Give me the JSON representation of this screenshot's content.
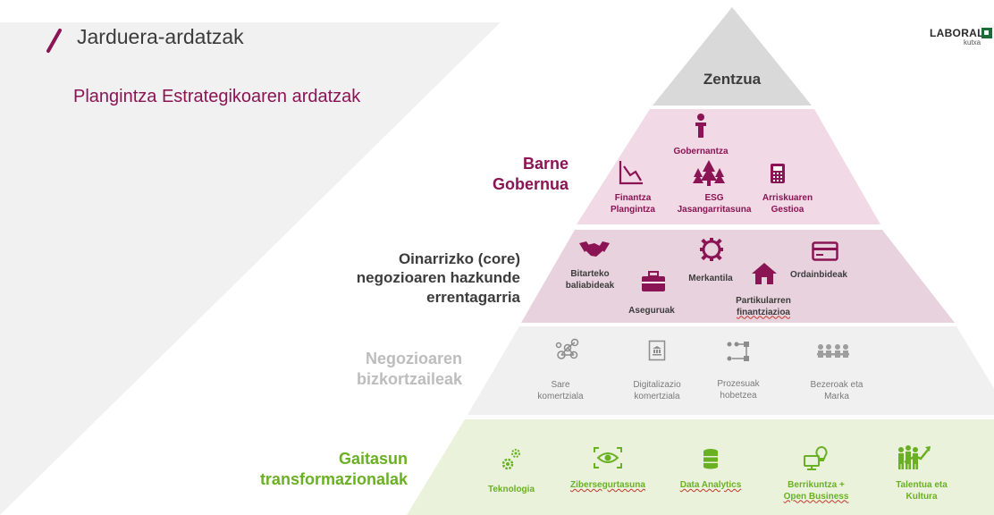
{
  "header": {
    "title": "Jarduera-ardatzak",
    "subtitle": "Plangintza Estrategikoaren ardatzak",
    "logo_main": "LABORAL",
    "logo_sub": "kutxa"
  },
  "colors": {
    "magenta": "#8a1454",
    "green": "#6ab023",
    "grey_text": "#bdbdbd",
    "dark_text": "#3c3c3c"
  },
  "pyramid": {
    "apex": "Zentzua",
    "level1": {
      "label_line1": "Barne",
      "label_line2": "Gobernua",
      "items": [
        {
          "icon": "speaker-podium-icon",
          "label_line1": "Gobernantza",
          "label_line2": ""
        },
        {
          "icon": "decline-chart-icon",
          "label_line1": "Finantza",
          "label_line2": "Plangintza"
        },
        {
          "icon": "trees-icon",
          "label_line1": "ESG",
          "label_line2": "Jasangarritasuna"
        },
        {
          "icon": "calculator-icon",
          "label_line1": "Arriskuaren",
          "label_line2": "Gestioa"
        }
      ]
    },
    "level2": {
      "label_line1": "Oinarrizko (core)",
      "label_line2": "negozioaren hazkunde",
      "label_line3": "errentagarria",
      "items": [
        {
          "icon": "handshake-icon",
          "label_line1": "Bitarteko",
          "label_line2": "baliabideak"
        },
        {
          "icon": "briefcase-icon",
          "label_line1": "Aseguruak",
          "label_line2": ""
        },
        {
          "icon": "gear-people-icon",
          "label_line1": "Merkantila",
          "label_line2": ""
        },
        {
          "icon": "house-icon",
          "label_line1": "Partikularren",
          "label_line2": "finantziazioa"
        },
        {
          "icon": "credit-card-icon",
          "label_line1": "Ordainbideak",
          "label_line2": ""
        }
      ]
    },
    "level3": {
      "label_line1": "Negozioaren",
      "label_line2": "bizkortzaileak",
      "items": [
        {
          "icon": "network-icon",
          "label_line1": "Sare",
          "label_line2": "komertziala"
        },
        {
          "icon": "document-bank-icon",
          "label_line1": "Digitalizazio",
          "label_line2": "komertziala"
        },
        {
          "icon": "process-flow-icon",
          "label_line1": "Prozesuak",
          "label_line2": "hobetzea"
        },
        {
          "icon": "meeting-icon",
          "label_line1": "Bezeroak eta",
          "label_line2": "Marka"
        }
      ]
    },
    "level4": {
      "label_line1": "Gaitasun",
      "label_line2": "transformazionalak",
      "items": [
        {
          "icon": "gears-icon",
          "label_line1": "Teknologia",
          "label_line2": ""
        },
        {
          "icon": "eye-scan-icon",
          "label_line1": "Zibersegurtasuna",
          "label_line2": ""
        },
        {
          "icon": "database-icon",
          "label_line1": "Data Analytics",
          "label_line2": ""
        },
        {
          "icon": "lightbulb-computer-icon",
          "label_line1": "Berrikuntza +",
          "label_line2": "Open Business"
        },
        {
          "icon": "people-growth-icon",
          "label_line1": "Talentua eta",
          "label_line2": "Kultura"
        }
      ]
    }
  }
}
